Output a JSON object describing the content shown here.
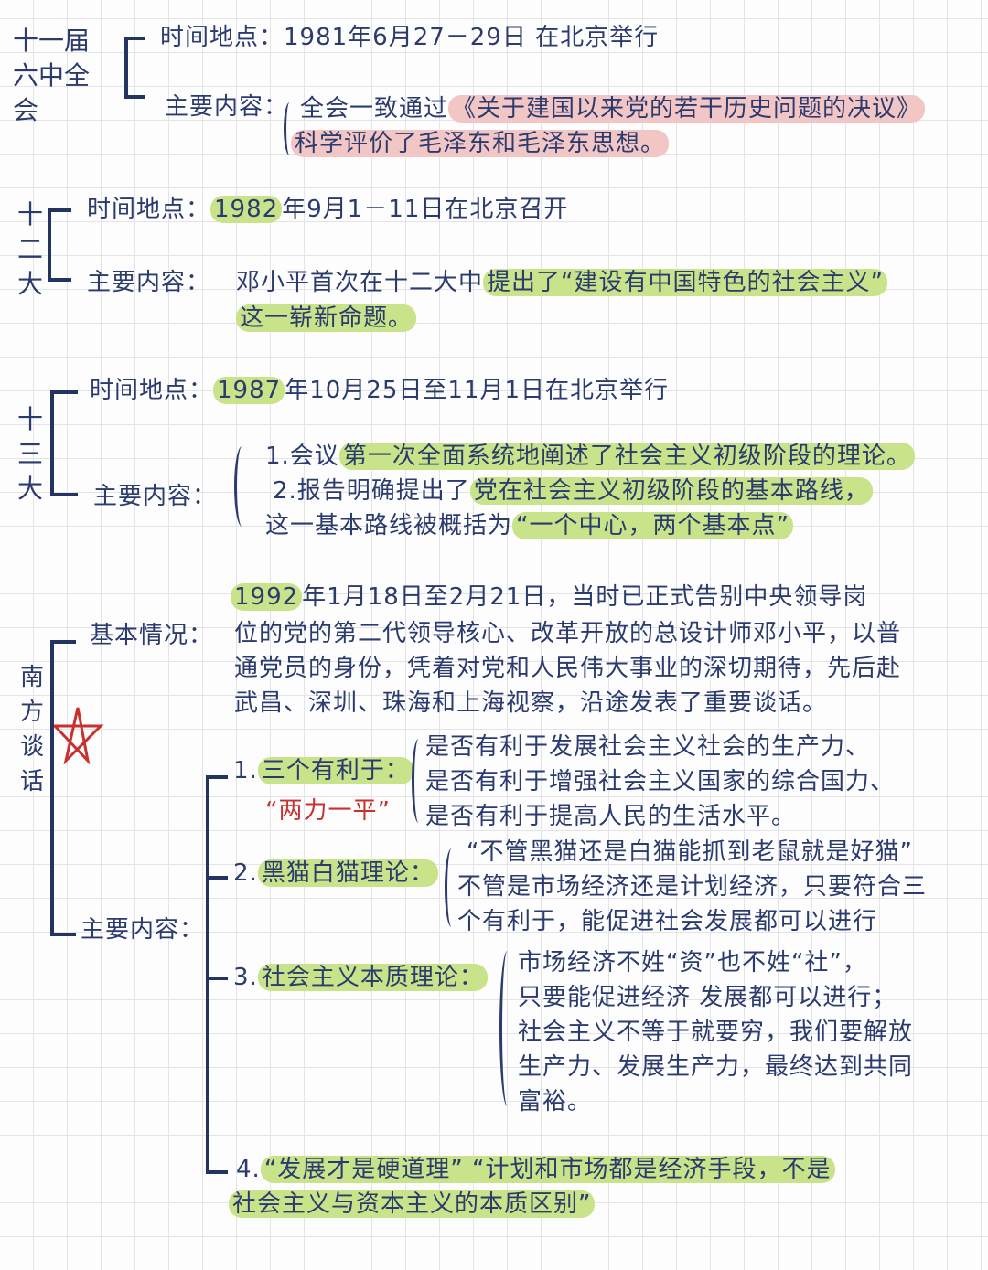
{
  "s1": {
    "title": "十一届六中全会",
    "time_label": "时间地点：",
    "time_text": "1981年6月27－29日 在北京举行",
    "content_label": "主要内容：",
    "line1_pre": "全会一致通过",
    "line1_hl": "《关于建国以来党的若干历史问题的决议》",
    "line2_hl": "科学评价了毛泽东和毛泽东思想。"
  },
  "s2": {
    "title": "十二大",
    "time_label": "时间地点：",
    "year": "1982",
    "time_text": "年9月1－11日在北京召开",
    "content_label": "主要内容：",
    "line1_pre": "邓小平首次在十二大中",
    "line1_hl": "提出了“建设有中国特色的社会主义”",
    "line2_hl": "这一崭新命题。"
  },
  "s3": {
    "title": "十三大",
    "time_label": "时间地点：",
    "year": "1987",
    "time_text": "年10月25日至11月1日在北京举行",
    "content_label": "主要内容：",
    "item1_pre": "1.会议",
    "item1_hl": "第一次全面系统地阐述了社会主义初级阶段的理论。",
    "item2_pre": "2.报告明确提出了",
    "item2_hl": "党在社会主义初级阶段的基本路线，",
    "item3_pre": "这一基本路线被概括为",
    "item3_hl": "“一个中心，两个基本点”"
  },
  "s4": {
    "title": "南方谈话",
    "basic_label": "基本情况：",
    "basic_year": "1992",
    "basic_lines": [
      "年1月18日至2月21日，当时已正式告别中央领导岗",
      "位的党的第二代领导核心、改革开放的总设计师邓小平，以普",
      "通党员的身份，凭着对党和人民伟大事业的深切期待，先后赴",
      "武昌、深圳、珠海和上海视察，沿途发表了重要谈话。"
    ],
    "content_label": "主要内容：",
    "p1_num": "1.",
    "p1_title": "三个有利于：",
    "p1_note": "“两力一平”",
    "p1_lines": [
      "是否有利于发展社会主义社会的生产力、",
      "是否有利于增强社会主义国家的综合国力、",
      "是否有利于提高人民的生活水平。"
    ],
    "p2_num": "2.",
    "p2_title": "黑猫白猫理论：",
    "p2_lines": [
      "“不管黑猫还是白猫能抓到老鼠就是好猫”",
      "不管是市场经济还是计划经济，只要符合三",
      "个有利于，能促进社会发展都可以进行"
    ],
    "p3_num": "3.",
    "p3_title": "社会主义本质理论：",
    "p3_lines": [
      "市场经济不姓“资”也不姓“社”，",
      "只要能促进经济 发展都可以进行；",
      "社会主义不等于就要穷，我们要解放",
      "生产力、发展生产力，最终达到共同",
      "富裕。"
    ],
    "p4_num": "4.",
    "p4_line1": "“发展才是硬道理”  “计划和市场都是经济手段，不是",
    "p4_line2": "社会主义与资本主义的本质区别”"
  }
}
